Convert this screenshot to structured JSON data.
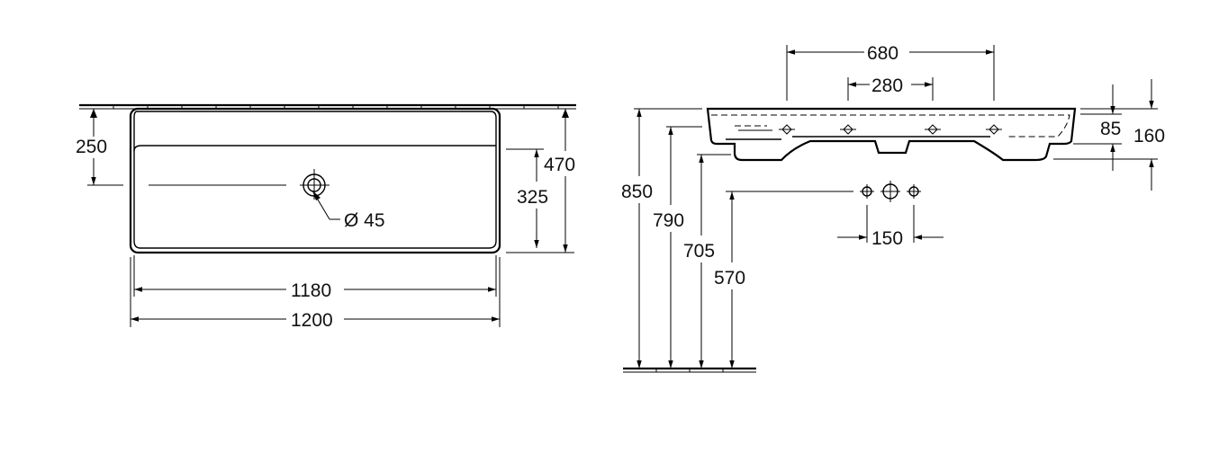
{
  "dimensions": {
    "top_250": "250",
    "top_470": "470",
    "top_325": "325",
    "top_hole": "Ø 45",
    "top_1180": "1180",
    "top_1200": "1200",
    "side_680": "680",
    "side_280": "280",
    "side_85": "85",
    "side_160": "160",
    "side_850": "850",
    "side_790": "790",
    "side_705": "705",
    "side_570": "570",
    "side_150": "150"
  }
}
